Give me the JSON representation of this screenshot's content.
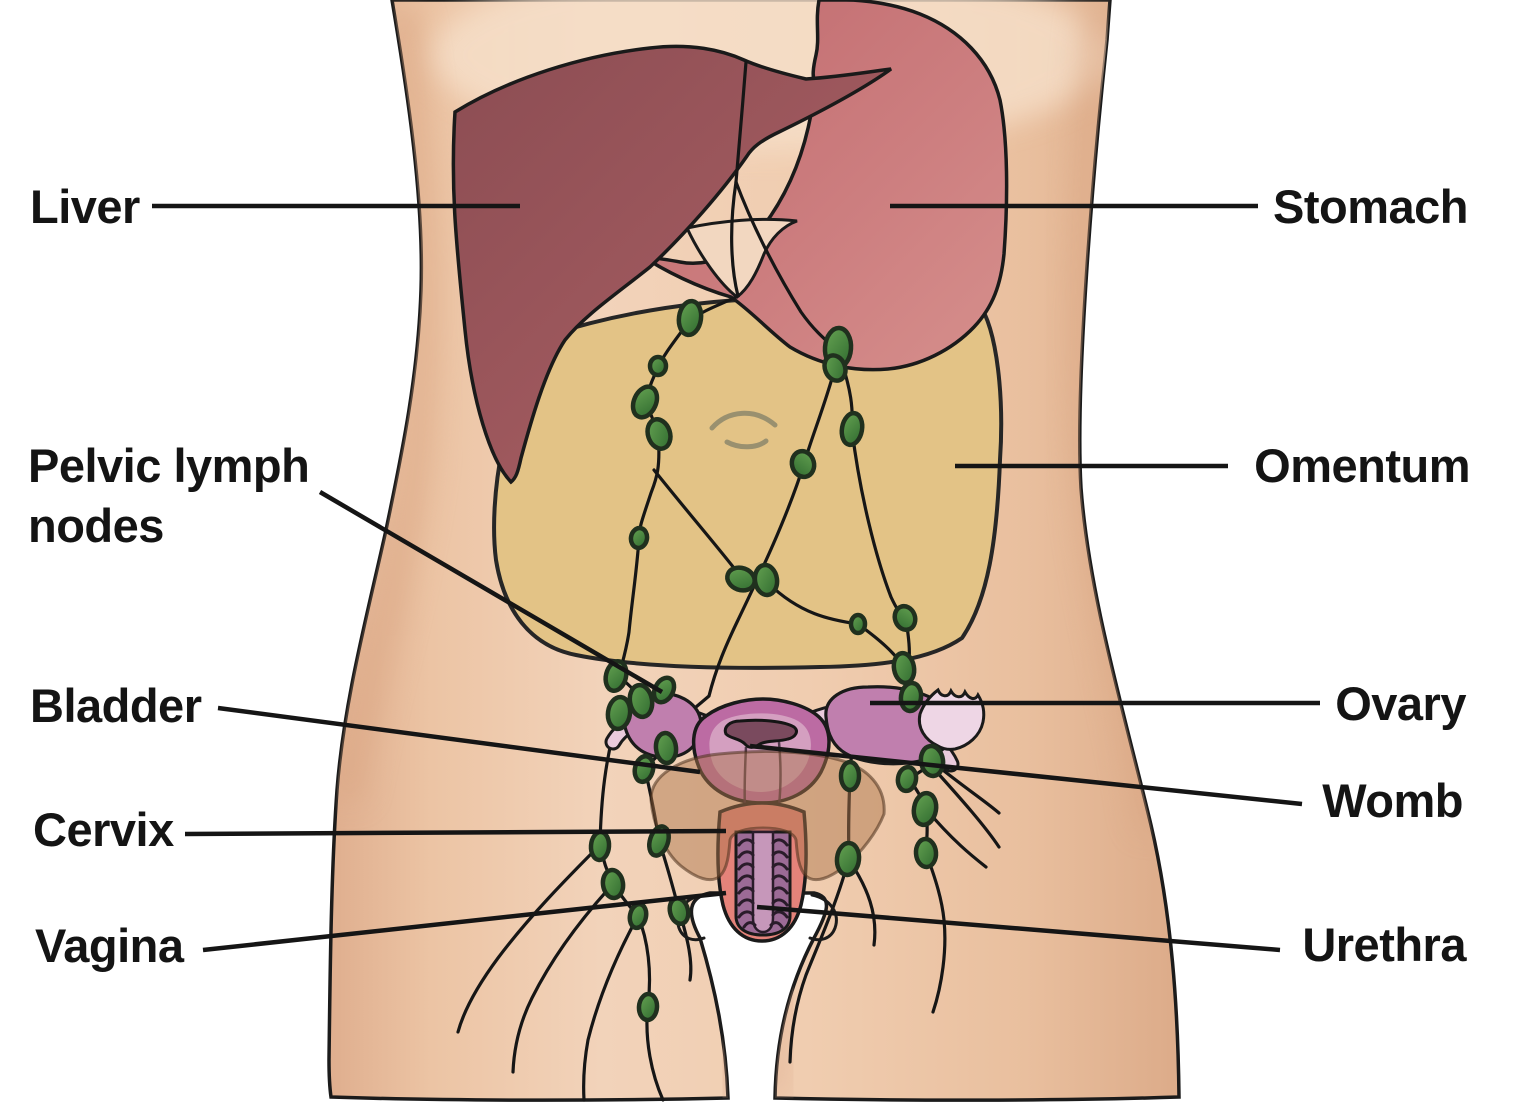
{
  "labels": {
    "left": [
      {
        "id": "liver",
        "text": "Liver"
      },
      {
        "id": "pelvic-lymph-nodes",
        "line1": "Pelvic lymph",
        "line2": "nodes"
      },
      {
        "id": "bladder",
        "text": "Bladder"
      },
      {
        "id": "cervix",
        "text": "Cervix"
      },
      {
        "id": "vagina",
        "text": "Vagina"
      }
    ],
    "right": [
      {
        "id": "stomach",
        "text": "Stomach"
      },
      {
        "id": "omentum",
        "text": "Omentum"
      },
      {
        "id": "ovary",
        "text": "Ovary"
      },
      {
        "id": "womb",
        "text": "Womb"
      },
      {
        "id": "urethra",
        "text": "Urethra"
      }
    ]
  },
  "colors": {
    "background": "#ffffff",
    "skin": "#edc9ac",
    "skin_highlight": "#f6e0ca",
    "outline": "#1b1b1b",
    "liver": "#9e585d",
    "stomach": "#c9797c",
    "duodenum_wedge": "#f2d7c0",
    "omentum": "#e3c386",
    "navel": "#99906f",
    "lymph_node_fill": "#4c8f40",
    "lymph_node_outline": "#20301e",
    "vessel": "#161616",
    "uterus": "#bc6ba3",
    "uterus_inner": "#d49fc0",
    "uterus_cavity": "#7a4a5e",
    "fallopian_tube": "#e9cadc",
    "ovary_fill": "#c07fae",
    "fimbriae": "#eed6e5",
    "vagina_outer": "#e5837a",
    "vagina_ribbed": "#9c6b96",
    "vagina_canal": "#c697ba",
    "bladder_overlay": "rgba(173,120,78,0.48)",
    "label_line": "#151515"
  }
}
